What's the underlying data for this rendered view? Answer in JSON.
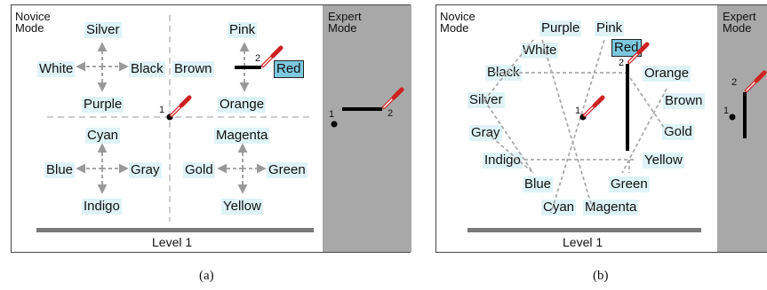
{
  "panel_a": {
    "novice_mode": "Novice\nMode",
    "expert_mode": "Expert\nMode",
    "level": "Level 1",
    "caption": "(a)",
    "quadrants": {
      "top_left": {
        "top": "Silver",
        "left": "White",
        "right": "Black",
        "bottom": "Purple"
      },
      "top_right": {
        "top": "Pink",
        "left": "Brown",
        "right": "Red",
        "bottom": "Orange"
      },
      "bottom_left": {
        "top": "Cyan",
        "left": "Blue",
        "right": "Gray",
        "bottom": "Indigo"
      },
      "bottom_right": {
        "top": "Magenta",
        "left": "Gold",
        "right": "Green",
        "bottom": "Yellow"
      }
    },
    "selected": "Red",
    "stroke_points": [
      "1",
      "2"
    ],
    "expert_points": [
      "1",
      "2"
    ]
  },
  "panel_b": {
    "novice_mode": "Novice\nMode",
    "expert_mode": "Expert\nMode",
    "level": "Level 1",
    "caption": "(b)",
    "ring": [
      "Purple",
      "Pink",
      "White",
      "Red",
      "Black",
      "Orange",
      "Brown",
      "Silver",
      "Gold",
      "Gray",
      "Yellow",
      "Indigo",
      "Green",
      "Blue",
      "Cyan",
      "Magenta"
    ],
    "selected": "Red",
    "stroke_points": [
      "1",
      "2"
    ],
    "expert_points": [
      "1",
      "2"
    ]
  },
  "colors": {
    "label_bg": "#dff3f7",
    "selected_bg": "#7cc8df",
    "expert_bg": "#a8a8a8",
    "pen": "#cc2222"
  },
  "icons": [
    "pen-icon",
    "dashed-arrow-icon"
  ]
}
